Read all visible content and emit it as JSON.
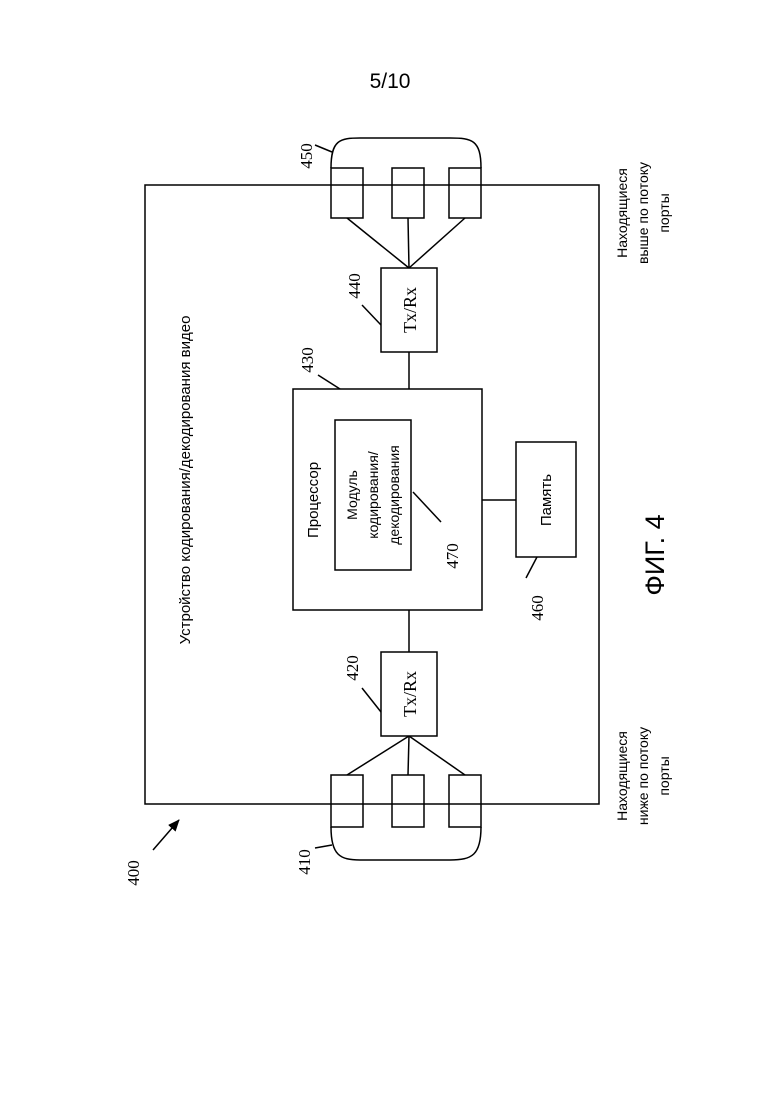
{
  "page": {
    "number_label": "5/10"
  },
  "figure": {
    "caption": "ФИГ. 4",
    "device_ref": "400",
    "device_label": "Устройство кодирования/декодирования видео",
    "downstream_ports": {
      "ref": "410",
      "label_lines": [
        "Находящиеся",
        "ниже по потоку",
        "порты"
      ]
    },
    "upstream_ports": {
      "ref": "450",
      "label_lines": [
        "Находящиеся",
        "выше по потоку",
        "порты"
      ]
    },
    "tx_rx_left": {
      "ref": "420",
      "label": "Tx/Rx"
    },
    "tx_rx_right": {
      "ref": "440",
      "label": "Tx/Rx"
    },
    "processor": {
      "ref": "430",
      "label": "Процессор"
    },
    "codec_module": {
      "ref": "470",
      "label_lines": [
        "Модуль",
        "кодирования/",
        "декодирования"
      ]
    },
    "memory": {
      "ref": "460",
      "label": "Память"
    }
  },
  "colors": {
    "line": "#000000",
    "background": "#ffffff"
  }
}
